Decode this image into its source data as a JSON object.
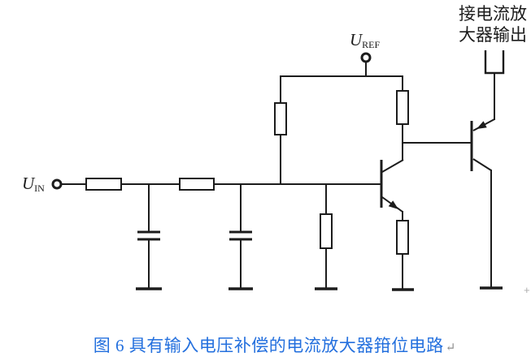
{
  "page": {
    "background": "#ffffff"
  },
  "schematic": {
    "stroke_color": "#1c1c1c",
    "labels": {
      "input_symbol": "U",
      "input_sub": "IN",
      "ref_symbol": "U",
      "ref_sub": "REF",
      "output_note_line1": "接电流放",
      "output_note_line2": "大器输出"
    },
    "components": [
      {
        "id": "uin-terminal",
        "type": "terminal",
        "role": "input terminal U_IN on main signal line"
      },
      {
        "id": "r1",
        "type": "resistor",
        "orientation": "horizontal",
        "role": "series input resistor 1"
      },
      {
        "id": "c1",
        "type": "capacitor",
        "role": "shunt capacitor 1 from signal line to ground"
      },
      {
        "id": "r2",
        "type": "resistor",
        "orientation": "horizontal",
        "role": "series input resistor 2"
      },
      {
        "id": "c2",
        "type": "capacitor",
        "role": "shunt capacitor 2 from signal line to ground"
      },
      {
        "id": "r3",
        "type": "resistor",
        "orientation": "vertical",
        "role": "left pull-up resistor from signal line to U_REF bus"
      },
      {
        "id": "r4",
        "type": "resistor",
        "orientation": "vertical",
        "role": "right pull-up resistor from U_REF bus to Q1 collector"
      },
      {
        "id": "r5",
        "type": "resistor",
        "orientation": "vertical",
        "role": "shunt resistor from signal line to ground"
      },
      {
        "id": "q1",
        "type": "transistor-npn",
        "role": "base on signal line, collector to pull-up, emitter through resistor to ground"
      },
      {
        "id": "r6",
        "type": "resistor",
        "orientation": "vertical",
        "role": "Q1 emitter resistor to ground"
      },
      {
        "id": "q2",
        "type": "transistor-pnp",
        "role": "base from Q1 collector node, emitter to current-amplifier output connector, collector to ground"
      },
      {
        "id": "uref-terminal",
        "type": "terminal",
        "role": "U_REF supply terminal on top bus"
      },
      {
        "id": "output-connector",
        "type": "connector",
        "role": "fork connector to current amplifier output"
      }
    ]
  },
  "caption": {
    "text": "图 6 具有输入电压补偿的电流放大器箝位电路",
    "paragraph_mark": "↵",
    "color": "#2470DE"
  },
  "artifacts": {
    "anchor_mark": "+"
  }
}
